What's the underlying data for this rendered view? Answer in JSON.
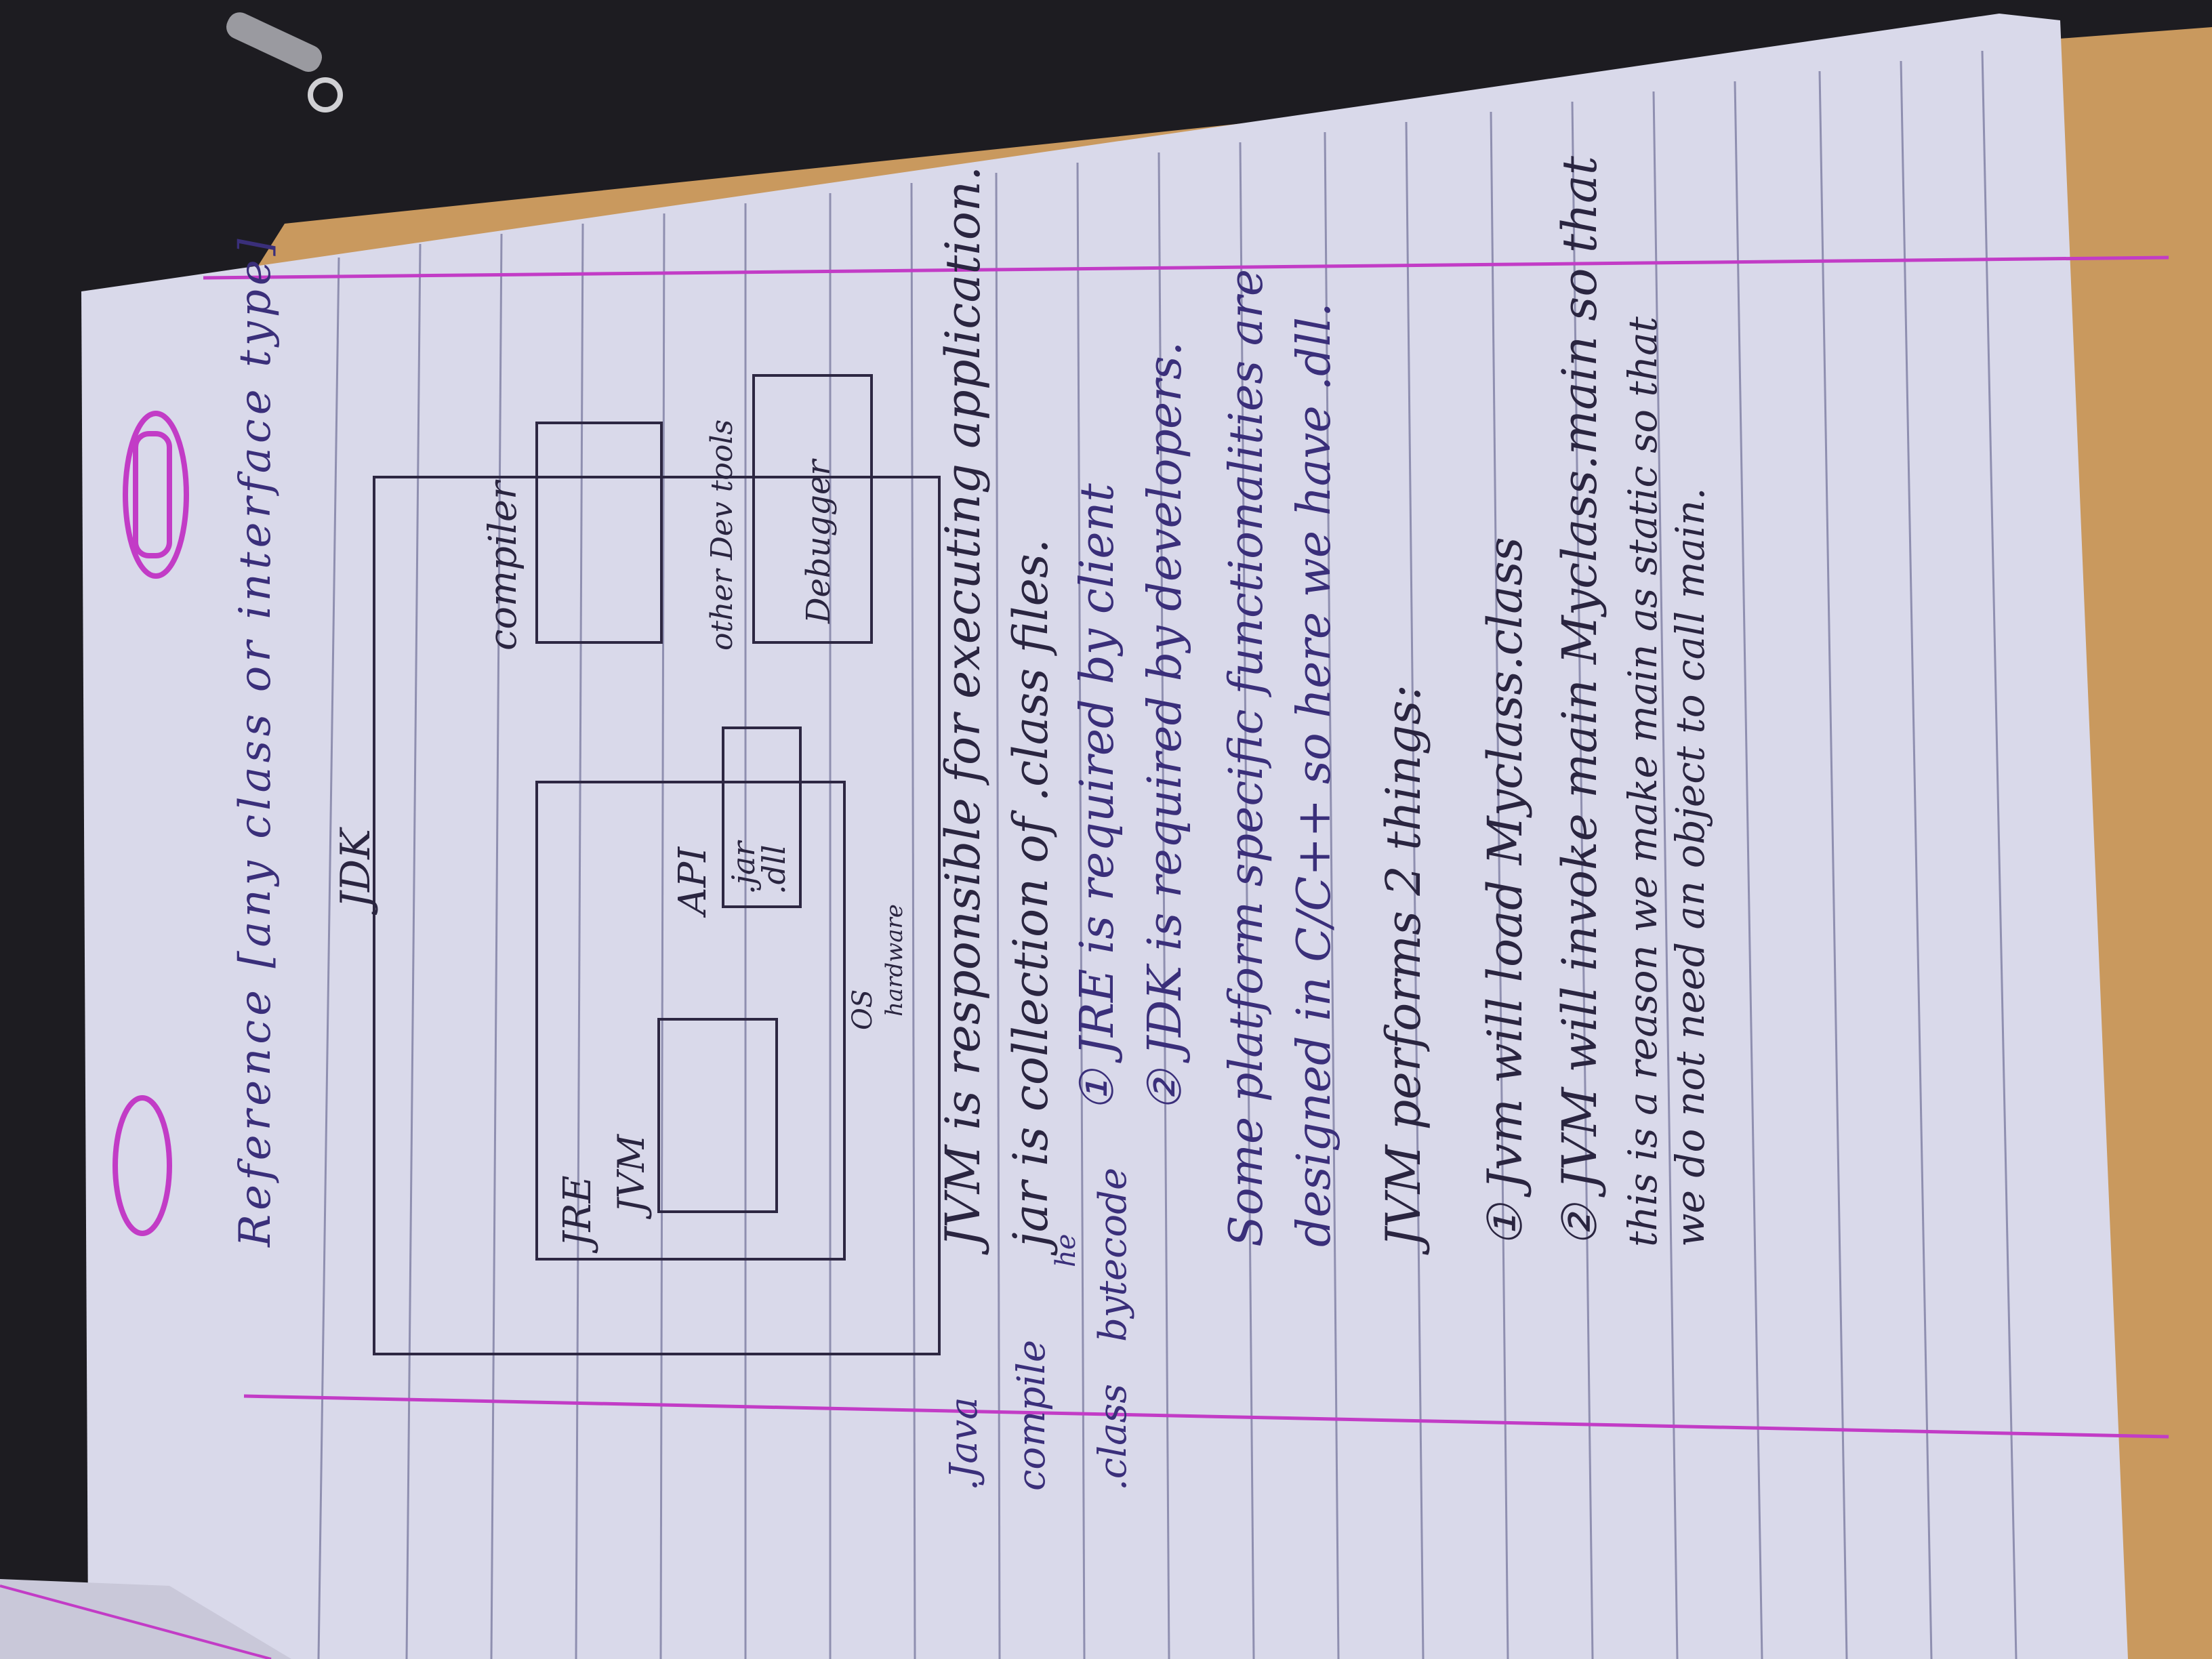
{
  "notes": {
    "line1": "Reference [any class or interface type]",
    "idk_label": "JDK",
    "jre_label": "JRE",
    "jvm_label": "JVM",
    "api_label": "API",
    "api_jar": ".jar",
    "api_dll": ".dll",
    "compiler_label": "compiler",
    "other_dev_tools_label": "other Dev tools",
    "debugger_label": "Debugger",
    "os_label": "OS",
    "hardware_label": "hardware",
    "flow_java": ".Java",
    "flow_compile": "compile",
    "flow_class": ".class",
    "flow_bytecode": "bytecode",
    "flow_byte_note": "he",
    "sentence1": "JVM is responsible for executing application.",
    "sentence2": "jar is collection of .class files.",
    "point1": "① JRE is required by client",
    "point2": "② JDK is required by developers.",
    "sentence3a": "Some platform specific functionalities are",
    "sentence3b": "designed in C/C++ so here we have .dll.",
    "sentence4": "JVM performs 2 things:",
    "item1": "① Jvm will load Myclass.class",
    "item2": "② JVM will invoke main Myclass.main so that",
    "item2b": "this is a reason we make main as static so that",
    "item2c": "we do not need an object to call main."
  },
  "colors": {
    "paper": "#dcdcec",
    "margin_line": "#c23cc6",
    "ruled_line": "#8a8aa8",
    "ink": "#3a2f7a",
    "desk": "#d9a868",
    "background": "#1d1c21"
  }
}
